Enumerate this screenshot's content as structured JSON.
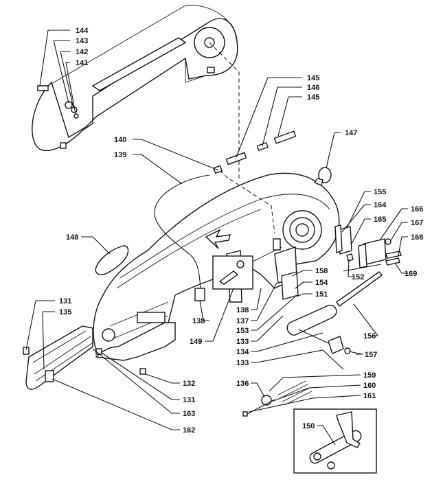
{
  "callouts": [
    {
      "id": "c144",
      "text": "144"
    },
    {
      "id": "c143",
      "text": "143"
    },
    {
      "id": "c142",
      "text": "142"
    },
    {
      "id": "c141",
      "text": "141"
    },
    {
      "id": "c145a",
      "text": "145"
    },
    {
      "id": "c146",
      "text": "146"
    },
    {
      "id": "c145b",
      "text": "145"
    },
    {
      "id": "c147",
      "text": "147"
    },
    {
      "id": "c140",
      "text": "140"
    },
    {
      "id": "c139",
      "text": "139"
    },
    {
      "id": "c155",
      "text": "155"
    },
    {
      "id": "c164",
      "text": "164"
    },
    {
      "id": "c166",
      "text": "166"
    },
    {
      "id": "c165",
      "text": "165"
    },
    {
      "id": "c167",
      "text": "167"
    },
    {
      "id": "c168",
      "text": "168"
    },
    {
      "id": "c148",
      "text": "148"
    },
    {
      "id": "c152",
      "text": "152"
    },
    {
      "id": "c169",
      "text": "169"
    },
    {
      "id": "c158",
      "text": "158"
    },
    {
      "id": "c154",
      "text": "154"
    },
    {
      "id": "c151",
      "text": "151"
    },
    {
      "id": "c131a",
      "text": "131"
    },
    {
      "id": "c135",
      "text": "135"
    },
    {
      "id": "c138a",
      "text": "138"
    },
    {
      "id": "c138b",
      "text": "138"
    },
    {
      "id": "c137",
      "text": "137"
    },
    {
      "id": "c153",
      "text": "153"
    },
    {
      "id": "c156",
      "text": "156"
    },
    {
      "id": "c149",
      "text": "149"
    },
    {
      "id": "c133a",
      "text": "133"
    },
    {
      "id": "c134",
      "text": "134"
    },
    {
      "id": "c157",
      "text": "157"
    },
    {
      "id": "c133b",
      "text": "133"
    },
    {
      "id": "c132",
      "text": "132"
    },
    {
      "id": "c136",
      "text": "136"
    },
    {
      "id": "c159",
      "text": "159"
    },
    {
      "id": "c160",
      "text": "160"
    },
    {
      "id": "c161",
      "text": "161"
    },
    {
      "id": "c131b",
      "text": "131"
    },
    {
      "id": "c163",
      "text": "163"
    },
    {
      "id": "c150",
      "text": "150"
    },
    {
      "id": "c162",
      "text": "162"
    }
  ]
}
